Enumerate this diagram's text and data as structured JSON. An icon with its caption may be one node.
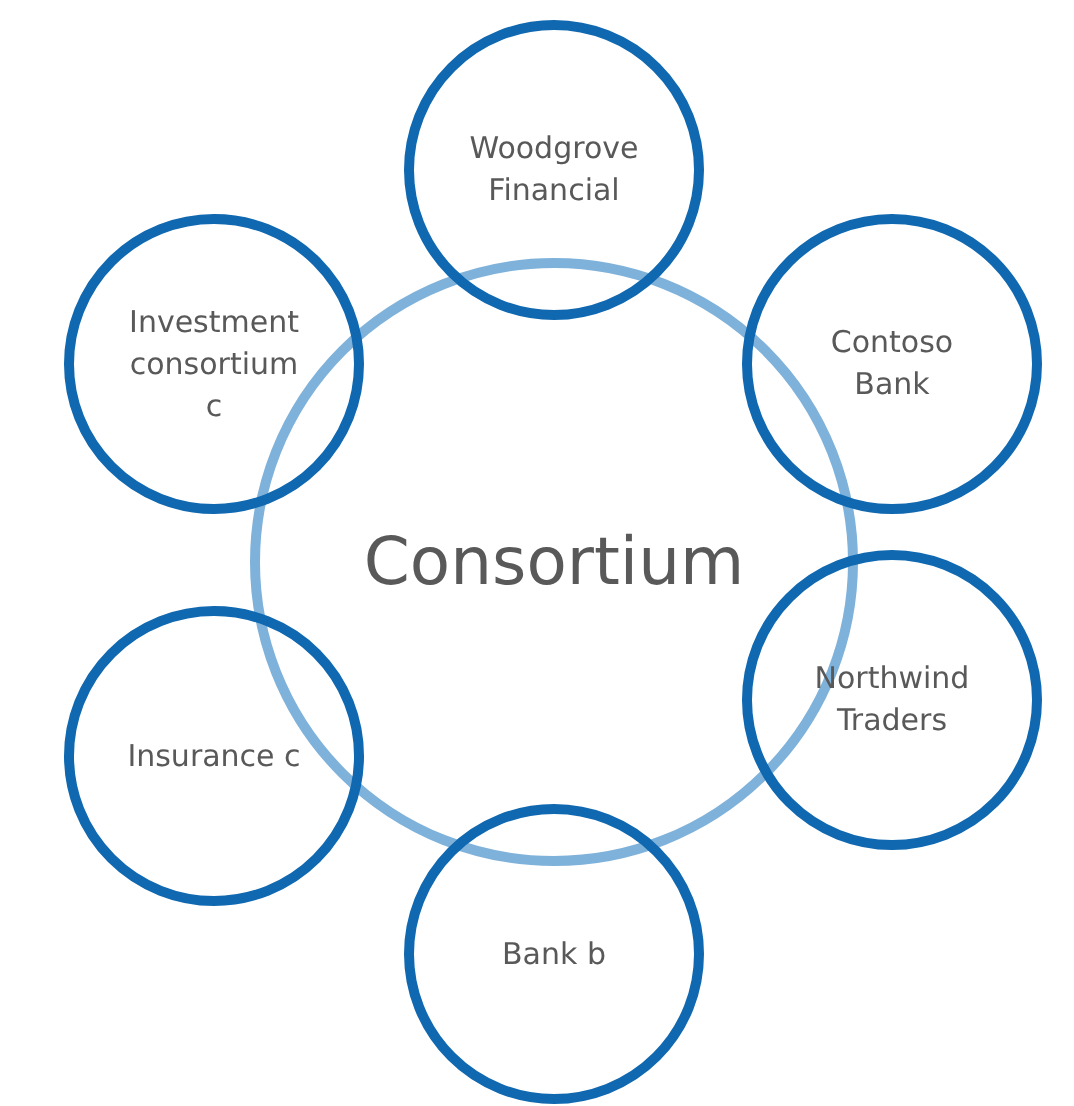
{
  "diagram": {
    "nodes": [
      {
        "text": [
          "Woodgrove Financial"
        ]
      },
      {
        "text": [
          "Investment consortium c"
        ]
      },
      {
        "text": [
          "Contoso Bank"
        ]
      },
      {
        "text": [
          "Consortium"
        ]
      },
      {
        "text": [
          "Northwind Traders"
        ]
      },
      {
        "text": [
          "Insurance c"
        ]
      },
      {
        "text": [
          "Bank b"
        ]
      }
    ],
    "edges": []
  }
}
